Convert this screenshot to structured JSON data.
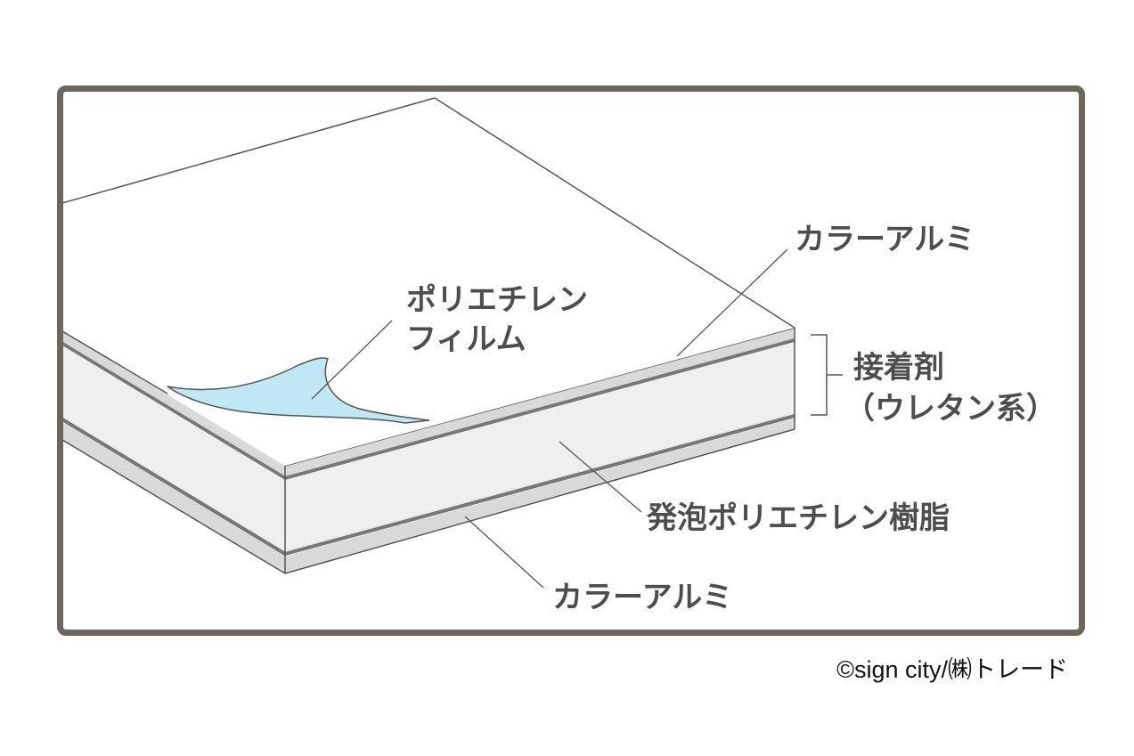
{
  "labels": {
    "color_aluminum_top": "カラーアルミ",
    "polyethylene_film_line1": "ポリエチレン",
    "polyethylene_film_line2": "フィルム",
    "adhesive_line1": "接着剤",
    "adhesive_line2": "（ウレタン系）",
    "foam_core": "発泡ポリエチレン樹脂",
    "color_aluminum_bottom": "カラーアルミ"
  },
  "copyright": "©sign city/㈱トレード",
  "colors": {
    "frame": "#6b675c",
    "film": "#bfe8f4",
    "core": "#efefef",
    "label_text": "#4d4d4d"
  }
}
